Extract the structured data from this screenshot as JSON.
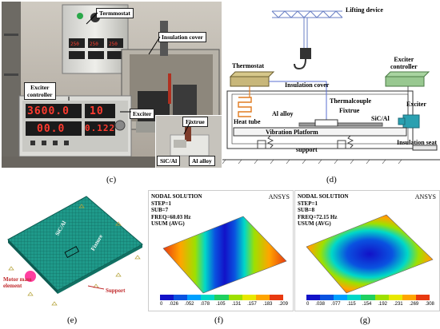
{
  "panels": {
    "c": {
      "label": "(c)",
      "callouts": {
        "termostat": "Termmostat",
        "insulation_cover": "Insulation cover",
        "exciter_controller": "Exciter\ncontroller",
        "exciter": "Exciter",
        "fixtrue": "Fixtrue",
        "sic_al": "SiC/Al",
        "al_alloy": "Al alloy"
      },
      "displays": {
        "top_left": "3600.0",
        "top_right": "10",
        "bottom_left": "00.0",
        "bottom_right": "0.122"
      }
    },
    "d": {
      "label": "(d)",
      "labels": {
        "lifting_device": "Lifting device",
        "thermostat": "Thermostat",
        "exciter_controller": "Exciter\ncontroller",
        "insulation_cover": "Insulation cover",
        "thermalcouple": "Thermalcouple",
        "fixtrue": "Fixtrue",
        "al_alloy": "Al alloy",
        "sic_al": "SiC/Al",
        "heat_tube": "Heat tube",
        "exciter": "Exciter",
        "vibration_platform": "Vibration Platform",
        "support": "support",
        "insulation_seat": "Insulation seat"
      }
    },
    "e": {
      "label": "(e)",
      "labels": {
        "sic_al": "SiC/Al",
        "fixture": "Fixture",
        "motor_mass": "Motor mass\nelement",
        "support": "Support"
      }
    },
    "f": {
      "label": "(f)",
      "header": [
        "NODAL SOLUTION",
        "STEP=1",
        "SUB=7",
        "FREQ=60.03 Hz",
        "USUM   (AVG)"
      ],
      "brand": "ANSYS",
      "ticks": [
        "0",
        ".026",
        ".052",
        ".078",
        ".105",
        ".131",
        ".157",
        ".183",
        ".209"
      ]
    },
    "g": {
      "label": "(g)",
      "header": [
        "NODAL SOLUTION",
        "STEP=1",
        "SUB=8",
        "FREQ=72.15 Hz",
        "USUM   (AVG)"
      ],
      "brand": "ANSYS",
      "ticks": [
        "0",
        ".038",
        ".077",
        ".115",
        ".154",
        ".192",
        ".231",
        ".269",
        ".308"
      ]
    }
  },
  "colors": {
    "accent_red": "#ff3b2f",
    "mesh_green": "#1f9a8a",
    "contour": [
      "#1212c8",
      "#0a52e0",
      "#00a0ff",
      "#00d8c8",
      "#1fd060",
      "#9ee000",
      "#e8e800",
      "#ffa500",
      "#e83a10"
    ]
  }
}
